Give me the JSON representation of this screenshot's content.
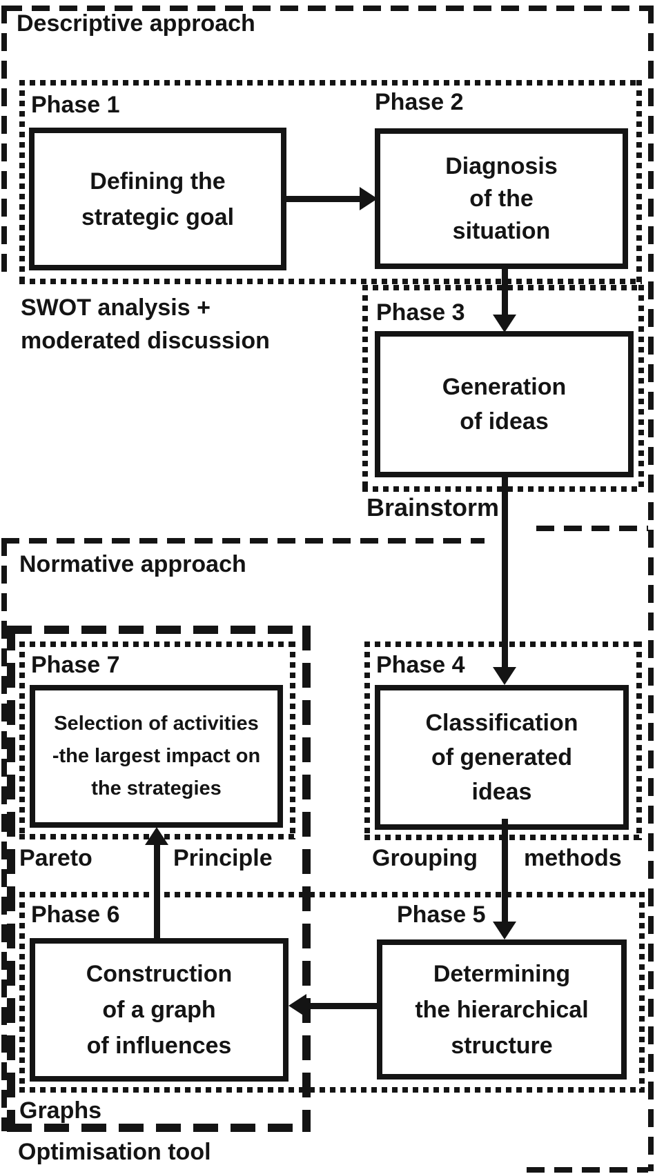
{
  "regions": {
    "descriptive": {
      "label": "Descriptive approach"
    },
    "normative": {
      "label": "Normative approach"
    },
    "optimisation": {
      "label": "Optimisation tool"
    }
  },
  "phases": {
    "p1": {
      "label": "Phase 1",
      "text": "Defining the\nstrategic goal"
    },
    "p2": {
      "label": "Phase 2",
      "text": "Diagnosis\nof the\nsituation"
    },
    "p3": {
      "label": "Phase 3",
      "text": "Generation\nof ideas"
    },
    "p4": {
      "label": "Phase 4",
      "text": "Classification\nof generated\nideas"
    },
    "p5": {
      "label": "Phase 5",
      "text": "Determining\nthe hierarchical\nstructure"
    },
    "p6": {
      "label": "Phase 6",
      "text": "Construction\nof a graph\nof influences"
    },
    "p7": {
      "label": "Phase 7",
      "text": "Selection of activities\n-the largest impact on\nthe strategies"
    }
  },
  "annotations": {
    "swot": "SWOT analysis +\nmoderated discussion",
    "brainstorm": "Brainstorm",
    "pareto": "Pareto",
    "principle": "Principle",
    "grouping": "Grouping",
    "methods": "methods",
    "graphs": "Graphs"
  },
  "colors": {
    "ink": "#141414",
    "background": "#ffffff"
  }
}
